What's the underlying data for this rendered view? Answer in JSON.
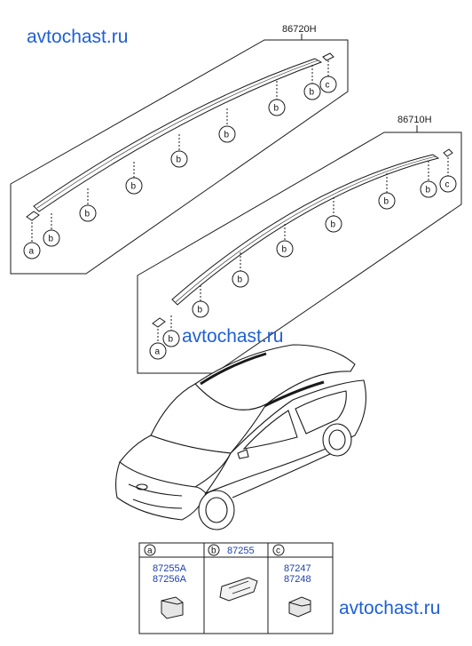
{
  "part_numbers": {
    "rail_upper": "86720H",
    "rail_lower": "86710H"
  },
  "callout_letters": {
    "a": "a",
    "b": "b",
    "c": "c"
  },
  "legend": {
    "cell_a": {
      "letter": "a",
      "parts": [
        "87255A",
        "87256A"
      ]
    },
    "cell_b": {
      "letter": "b",
      "parts": [
        "87255"
      ]
    },
    "cell_c": {
      "letter": "c",
      "parts": [
        "87247",
        "87248"
      ]
    }
  },
  "watermarks": [
    "avtochast.ru",
    "avtochast.ru",
    "avtochast.ru"
  ],
  "colors": {
    "watermark": "#1f5fd6",
    "line": "#1a1a1a",
    "part_text": "#1f3fa8"
  }
}
